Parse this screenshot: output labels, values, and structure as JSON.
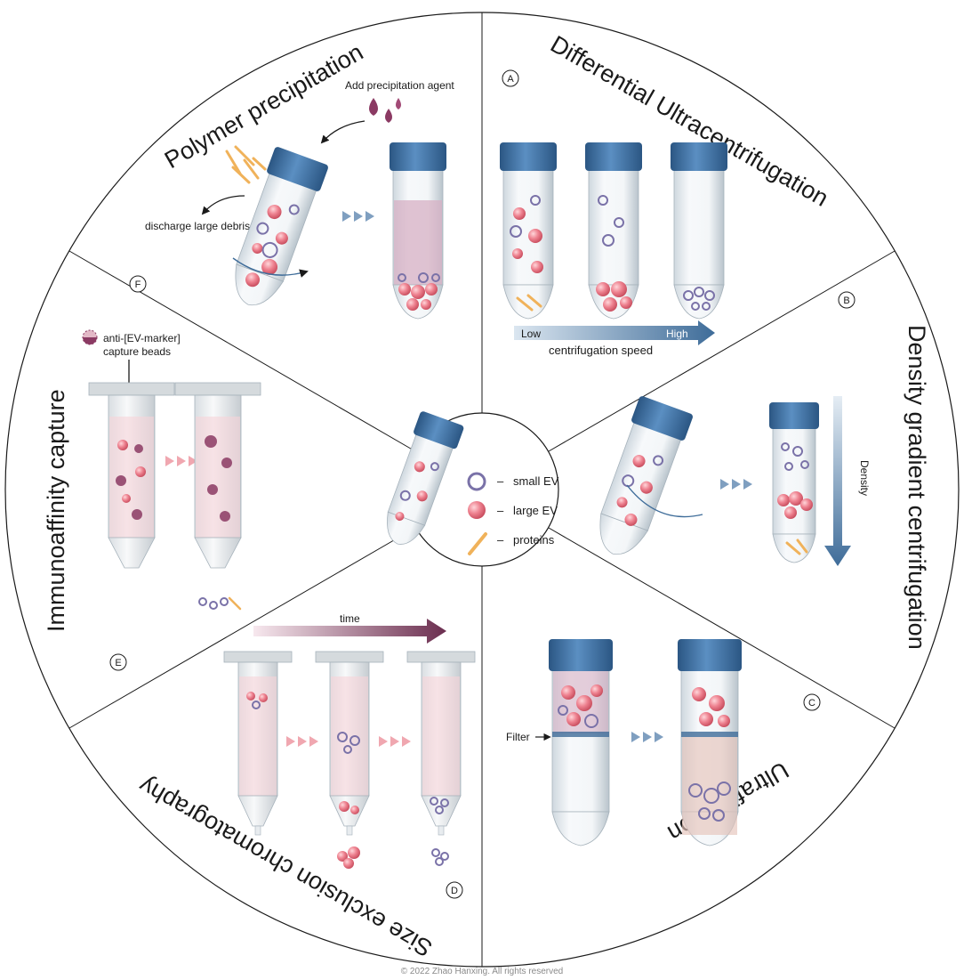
{
  "sections": {
    "polymer": {
      "title": "Polymer precipitation",
      "badge": "F",
      "add_agent": "Add precipitation agent",
      "discharge": "discharge large debris"
    },
    "ultracentrifugation": {
      "title": "Differential Ultracentrifugation",
      "badge": "A",
      "speed_low": "Low",
      "speed_high": "High",
      "speed_label": "centrifugation speed"
    },
    "density": {
      "title": "Density gradient centrifugation",
      "badge": "B",
      "axis_label": "Density"
    },
    "ultrafiltration": {
      "title": "Ultrafiltration",
      "badge": "C",
      "filter_label": "Filter"
    },
    "sec": {
      "title": "Size exclusion chromatography",
      "badge": "D",
      "time_label": "time"
    },
    "immuno": {
      "title": "Immunoaffinity capture",
      "badge": "E",
      "beads_label_1": "anti-[EV-marker]",
      "beads_label_2": "capture beads"
    }
  },
  "legend": {
    "small_ev": "small EV",
    "large_ev": "large EV",
    "proteins": "proteins",
    "dash": "–"
  },
  "copyright": "© 2022 Zhao Hanxing. All rights reserved",
  "colors": {
    "cap": "#3f74a8",
    "cap_dark": "#2b5683",
    "large_ev": "#e06a78",
    "small_ev": "#7a72a8",
    "protein": "#f0b25a",
    "tube": "#e8eef3",
    "pink_fluid": "#f6d4d8",
    "purple_arrow": "#6b2e4f",
    "blue_arrow": "#3e6c99"
  }
}
